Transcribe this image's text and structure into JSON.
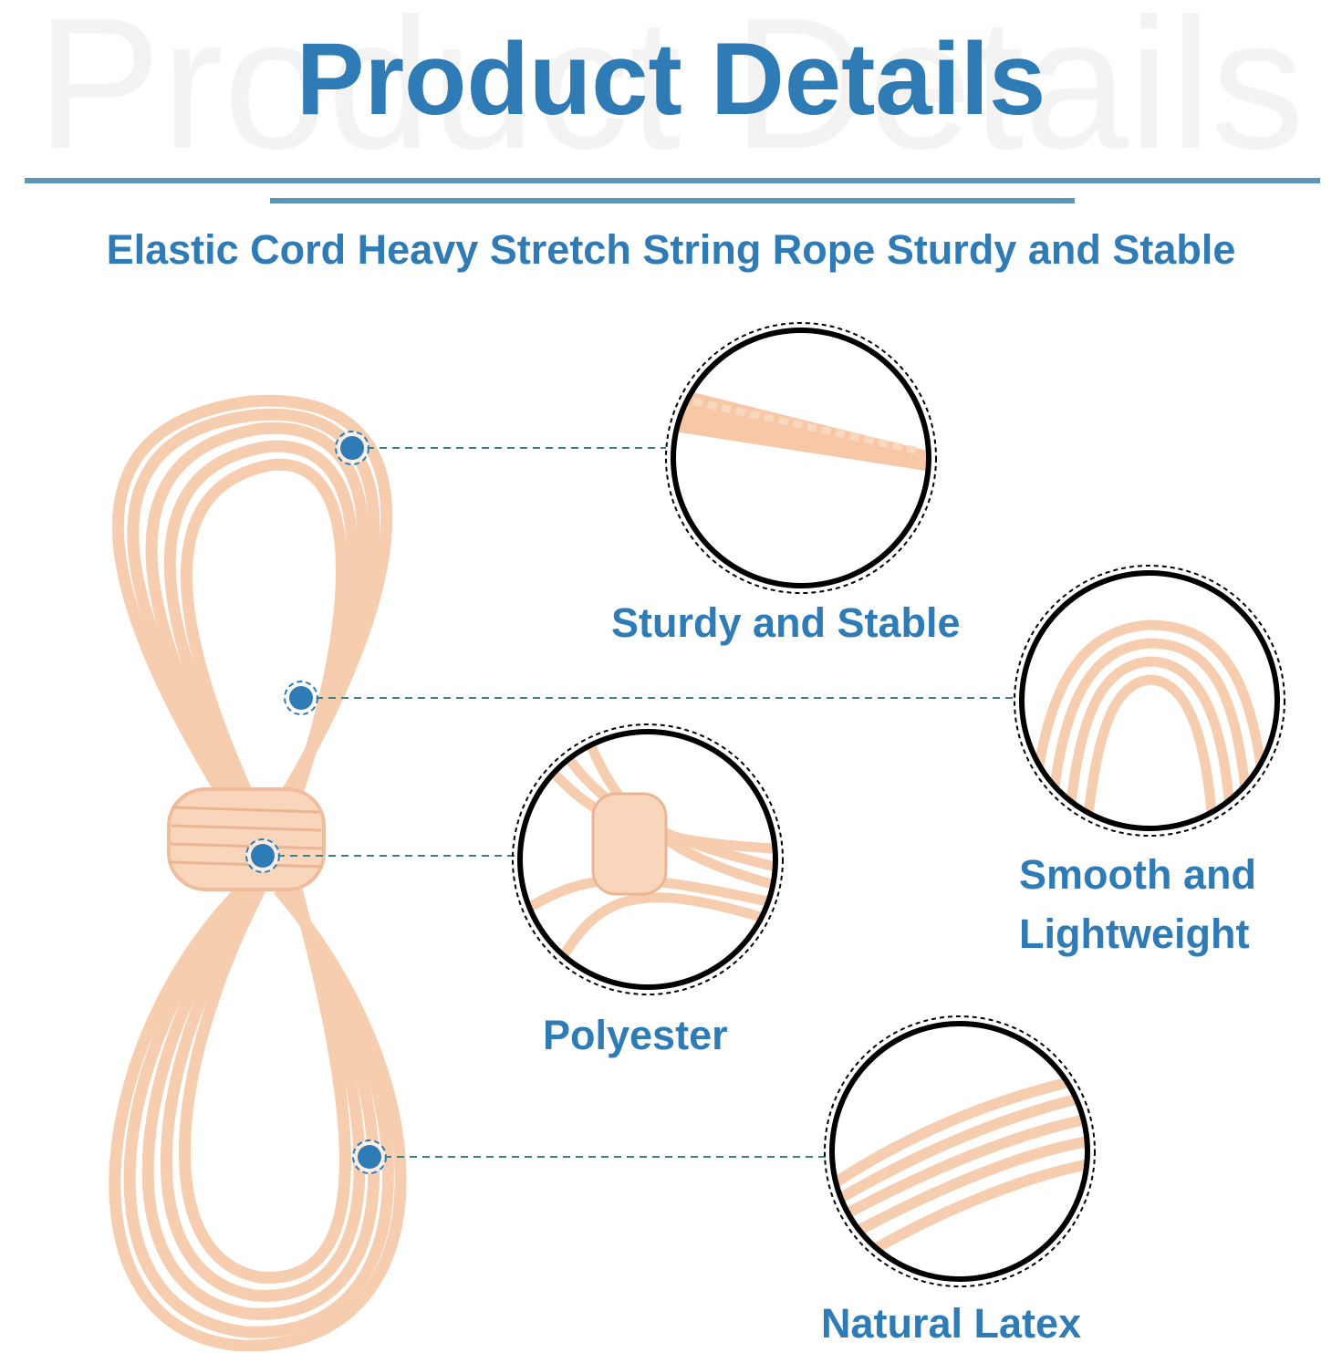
{
  "watermark": "Product Details",
  "title": "Product Details",
  "subtitle": "Elastic Cord Heavy Stretch String Rope Sturdy and Stable",
  "features": [
    {
      "label": "Sturdy and Stable"
    },
    {
      "label_line1": "Smooth and",
      "label_line2": "Lightweight"
    },
    {
      "label": "Polyester"
    },
    {
      "label": "Natural Latex"
    }
  ],
  "colors": {
    "accent": "#2e7bb6",
    "rope": "#f7cdb0",
    "rule": "#5b97b6"
  }
}
